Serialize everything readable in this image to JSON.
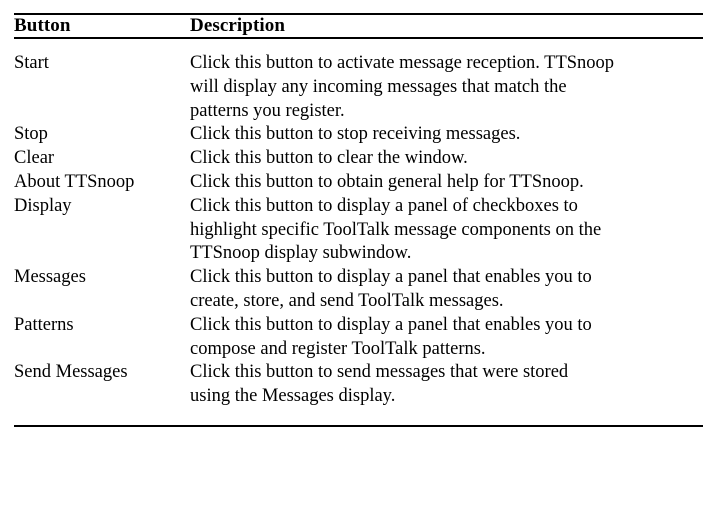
{
  "table": {
    "columns": [
      {
        "key": "button",
        "header": "Button"
      },
      {
        "key": "description",
        "header": "Description"
      }
    ],
    "rows": [
      {
        "button": "Start",
        "description": "Click this button to activate message reception. TTSnoop will display any incoming messages that match the patterns you register.",
        "lines": [
          "Click this button to activate message reception. TTSnoop",
          "will display any incoming messages that match the",
          "patterns you register."
        ]
      },
      {
        "button": "Stop",
        "description": "Click this button to stop receiving messages.",
        "lines": [
          "Click this button to stop receiving messages."
        ]
      },
      {
        "button": "Clear",
        "description": "Click this button to clear the window.",
        "lines": [
          "Click this button to clear the window."
        ]
      },
      {
        "button": "About TTSnoop",
        "description": "Click this button to obtain general help for TTSnoop.",
        "lines": [
          "Click this button to obtain general help for TTSnoop."
        ]
      },
      {
        "button": "Display",
        "description": "Click this button to display a panel of checkboxes to highlight specific ToolTalk message components on the TTSnoop display subwindow.",
        "lines": [
          "Click this button to display a panel of checkboxes to",
          "highlight specific ToolTalk message components on the",
          "TTSnoop display subwindow."
        ]
      },
      {
        "button": "Messages",
        "description": "Click this button to display a panel that enables you to create, store, and send ToolTalk messages.",
        "lines": [
          "Click this button to display a panel that enables you to",
          "create, store, and send ToolTalk messages."
        ]
      },
      {
        "button": "Patterns",
        "description": "Click this button to display a panel that enables you to compose and register ToolTalk patterns.",
        "lines": [
          "Click this button to display a panel that enables you to",
          "compose and register ToolTalk patterns."
        ]
      },
      {
        "button": "Send Messages",
        "description": "Click this button to send messages that were stored using the Messages display.",
        "lines": [
          "Click this button to send messages that were stored",
          "using the Messages display."
        ]
      }
    ]
  },
  "colors": {
    "text": "#000000",
    "background": "#ffffff",
    "rule": "#000000"
  }
}
